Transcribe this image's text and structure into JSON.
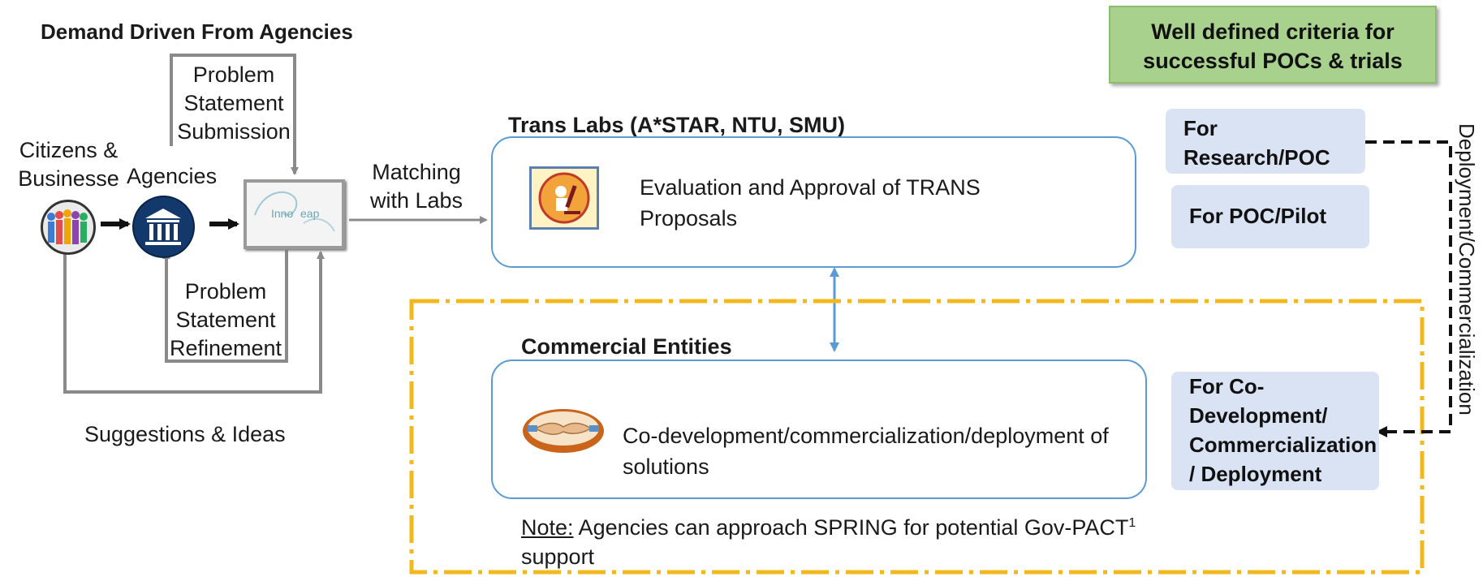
{
  "header": {
    "demand_title": "Demand Driven From Agencies",
    "criteria_box": "Well defined criteria for successful POCs & trials"
  },
  "left_flow": {
    "citizens_label": "Citizens & Businesse",
    "agencies_label": "Agencies",
    "problem_submission": "Problem Statement Submission",
    "problem_refinement": "Problem Statement Refinement",
    "suggestions": "Suggestions & Ideas",
    "matching": "Matching with Labs",
    "innoleap_logo_text": "Inno",
    "innoleap_logo_text2": "eap"
  },
  "trans_labs": {
    "title": "Trans Labs (A*STAR, NTU, SMU)",
    "description": "Evaluation and Approval of TRANS Proposals"
  },
  "commercial": {
    "title": "Commercial Entities",
    "description": "Co-development/commercialization/deployment of solutions",
    "note_label": "Note:",
    "note_text": " Agencies can approach SPRING for potential Gov-PACT",
    "note_sup": "1",
    "note_text2": "support"
  },
  "right_labels": {
    "research_poc": "For Research/POC",
    "poc_pilot": "For POC/Pilot",
    "codev": "For Co-Development/ Commercialization / Deployment",
    "vertical": "Deployment/Commercialization"
  },
  "colors": {
    "blue_border": "#5b9bd5",
    "label_fill": "#dae3f3",
    "criteria_fill": "#a9d18e",
    "dash_yellow": "#f2b81c",
    "arrow_gray": "#8a8a8a"
  }
}
